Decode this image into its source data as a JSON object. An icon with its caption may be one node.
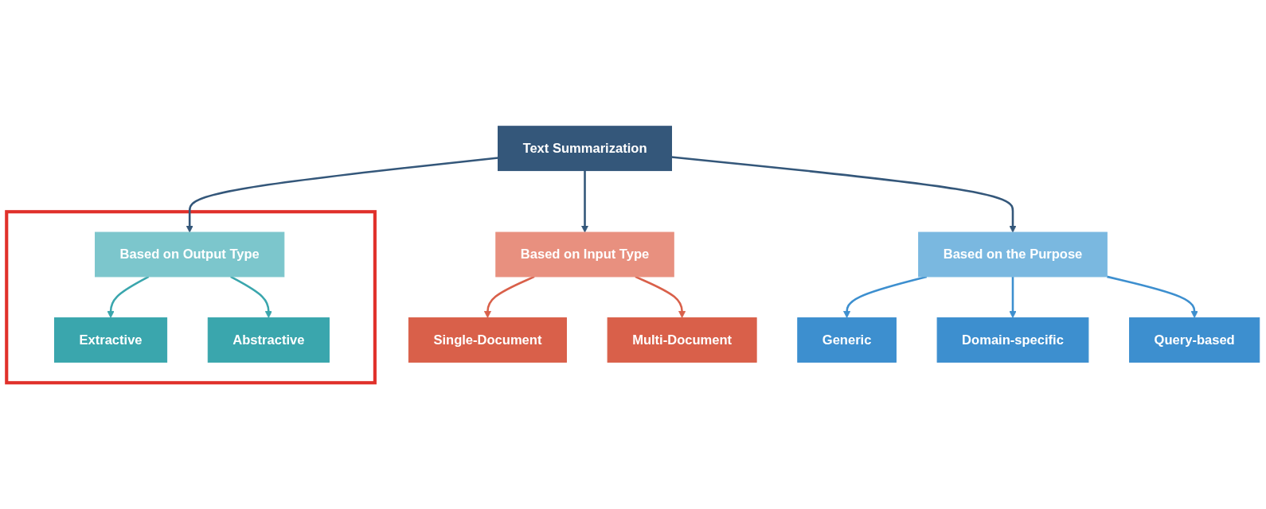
{
  "diagram": {
    "nodes": [
      {
        "text": [
          "Text Summarization"
        ]
      },
      {
        "text": [
          "Based on Input Type"
        ]
      },
      {
        "text": [
          "Single-Document"
        ]
      },
      {
        "text": [
          "Multi-Document"
        ]
      },
      {
        "text": [],
        "shape": "box"
      },
      {
        "text": [
          "Based on Output Type"
        ],
        "in": 4
      },
      {
        "text": [
          "Extractive"
        ],
        "in": 4
      },
      {
        "text": [
          "Abstractive"
        ],
        "in": 4
      },
      {
        "text": [
          "Based on the Purpose"
        ]
      },
      {
        "text": [
          "Generic"
        ]
      },
      {
        "text": [
          "Domain-specific"
        ]
      },
      {
        "text": [
          "Query-based"
        ]
      }
    ],
    "edges": [
      {
        "from": 0,
        "to": 1,
        "arrow": "to"
      },
      {
        "from": 1,
        "to": 2,
        "arrow": "to",
        "color": "#d9604a"
      },
      {
        "from": 1,
        "to": 3,
        "arrow": "to",
        "color": "#d9604a"
      },
      {
        "from": 0,
        "to": 5,
        "arrow": "to"
      },
      {
        "from": 5,
        "to": 6,
        "arrow": "to",
        "color": "#3aa6ad"
      },
      {
        "from": 5,
        "to": 7,
        "arrow": "to",
        "color": "#3aa6ad"
      },
      {
        "from": 0,
        "to": 8,
        "arrow": "to"
      },
      {
        "from": 8,
        "to": 9,
        "arrow": "to",
        "color": "#3d8fcf"
      },
      {
        "from": 8,
        "to": 10,
        "arrow": "to",
        "color": "#3d8fcf"
      },
      {
        "from": 8,
        "to": 11,
        "arrow": "to",
        "color": "#3d8fcf"
      }
    ]
  }
}
